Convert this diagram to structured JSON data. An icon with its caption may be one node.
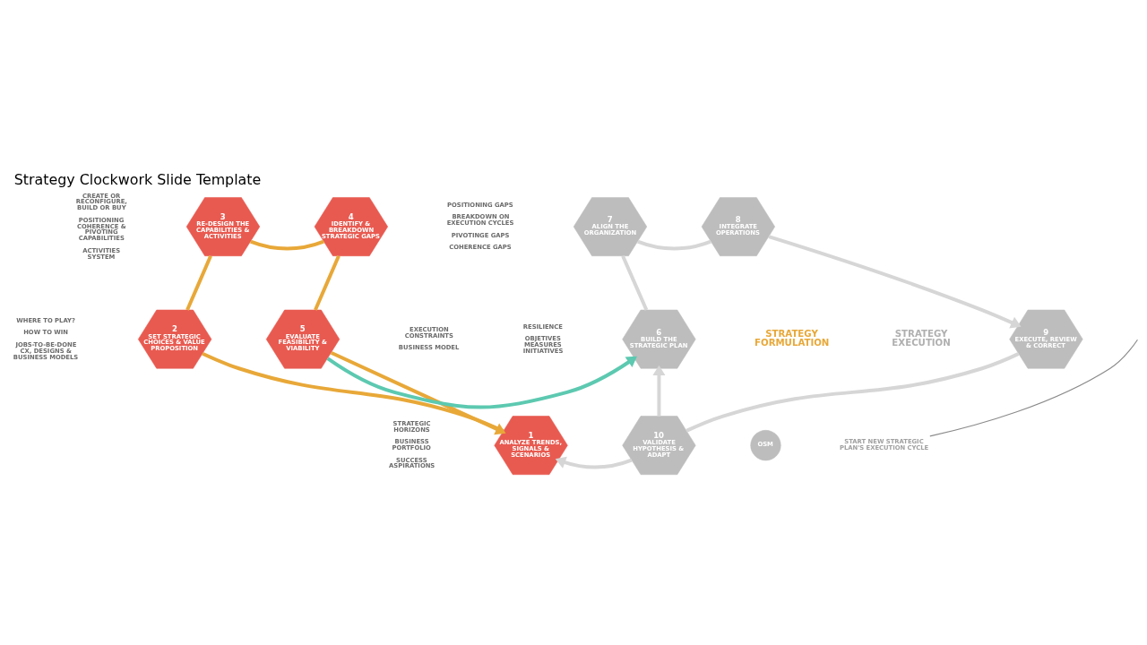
{
  "diagram": {
    "title": "Strategy Clockwork Slide Template",
    "nodes": [
      {
        "text": [
          "1",
          "ANALYZE TRENDS, SIGNALS & SCENARIOS"
        ],
        "beside": [
          "STRATEGIC HORIZONS",
          "BUSINESS PORTFOLIO",
          "SUCCESS ASPIRATIONS"
        ]
      },
      {
        "text": [
          "2",
          "SET STRATEGIC CHOICES & VALUE PROPOSITION"
        ],
        "beside": [
          "WHERE TO PLAY?",
          "HOW TO WIN",
          "JOBS-TO-BE-DONE CX, DESIGNS & BUSINESS MODELS"
        ]
      },
      {
        "text": [
          "3",
          "RE-DESIGN THE CAPABILITIES & ACTIVITIES"
        ],
        "beside": [
          "CREATE OR RECONFIGURE, BUILD OR BUY",
          "POSITIONING COHERENCE & PIVOTING CAPABILITIES",
          "ACTIVITIES SYSTEM"
        ]
      },
      {
        "text": [
          "4",
          "IDENTIFY & BREAKDOWN STRATEGIC GAPS"
        ],
        "beside": [
          "POSITIONING GAPS",
          "BREAKDOWN ON EXECUTION CYCLES",
          "PIVOTINGE GAPS",
          "COHERENCE GAPS"
        ]
      },
      {
        "text": [
          "5",
          "EVALUATE FEASIBILITY & VIABILITY"
        ],
        "beside": [
          "EXECUTION CONSTRAINTS",
          "BUSINESS MODEL"
        ]
      },
      {
        "text": [
          "6",
          "BUILD THE STRATEGIC PLAN"
        ],
        "beside": [
          "RESILIENCE",
          "OBJETIVES MEASURES INITIATIVES"
        ]
      },
      {
        "text": [
          "7",
          "ALIGN THE ORGANIZATION"
        ]
      },
      {
        "text": [
          "8",
          "INTEGRATE OPERATIONS"
        ]
      },
      {
        "text": [
          "9",
          "EXECUTE, REVIEW & CORRECT"
        ]
      },
      {
        "text": [
          "10",
          "VALIDATE HYPOTHESIS & ADAPT"
        ]
      },
      {
        "text": [
          "OSM"
        ]
      },
      {
        "text": [
          "START NEW STRATEGIC PLAN'S EXECUTION CYCLE"
        ]
      }
    ],
    "edges": [
      {
        "from": 0,
        "to": 1,
        "arrow": "none",
        "color": "#e8a838"
      },
      {
        "from": 1,
        "to": 2,
        "arrow": "none",
        "color": "#e8a838"
      },
      {
        "from": 2,
        "to": 3,
        "arrow": "none",
        "color": "#e8a838"
      },
      {
        "from": 3,
        "to": 4,
        "arrow": "none",
        "color": "#e8a838"
      },
      {
        "from": 4,
        "to": 0,
        "arrow": "to",
        "color": "#e8a838"
      },
      {
        "from": 4,
        "to": 5,
        "arrow": "to",
        "color": "#5cc9b0"
      },
      {
        "from": 5,
        "to": 6,
        "arrow": "none"
      },
      {
        "from": 6,
        "to": 7,
        "arrow": "none"
      },
      {
        "from": 7,
        "to": 8,
        "arrow": "to"
      },
      {
        "from": 8,
        "to": 9,
        "arrow": "none"
      },
      {
        "from": 9,
        "to": 5,
        "arrow": "to"
      },
      {
        "from": 9,
        "to": 0,
        "arrow": "to"
      },
      {
        "from": 11,
        "to": null,
        "arrow": "none",
        "color": "#8a8a8a"
      }
    ],
    "labels": [
      "STRATEGY FORMULATION",
      "STRATEGY EXECUTION"
    ]
  }
}
